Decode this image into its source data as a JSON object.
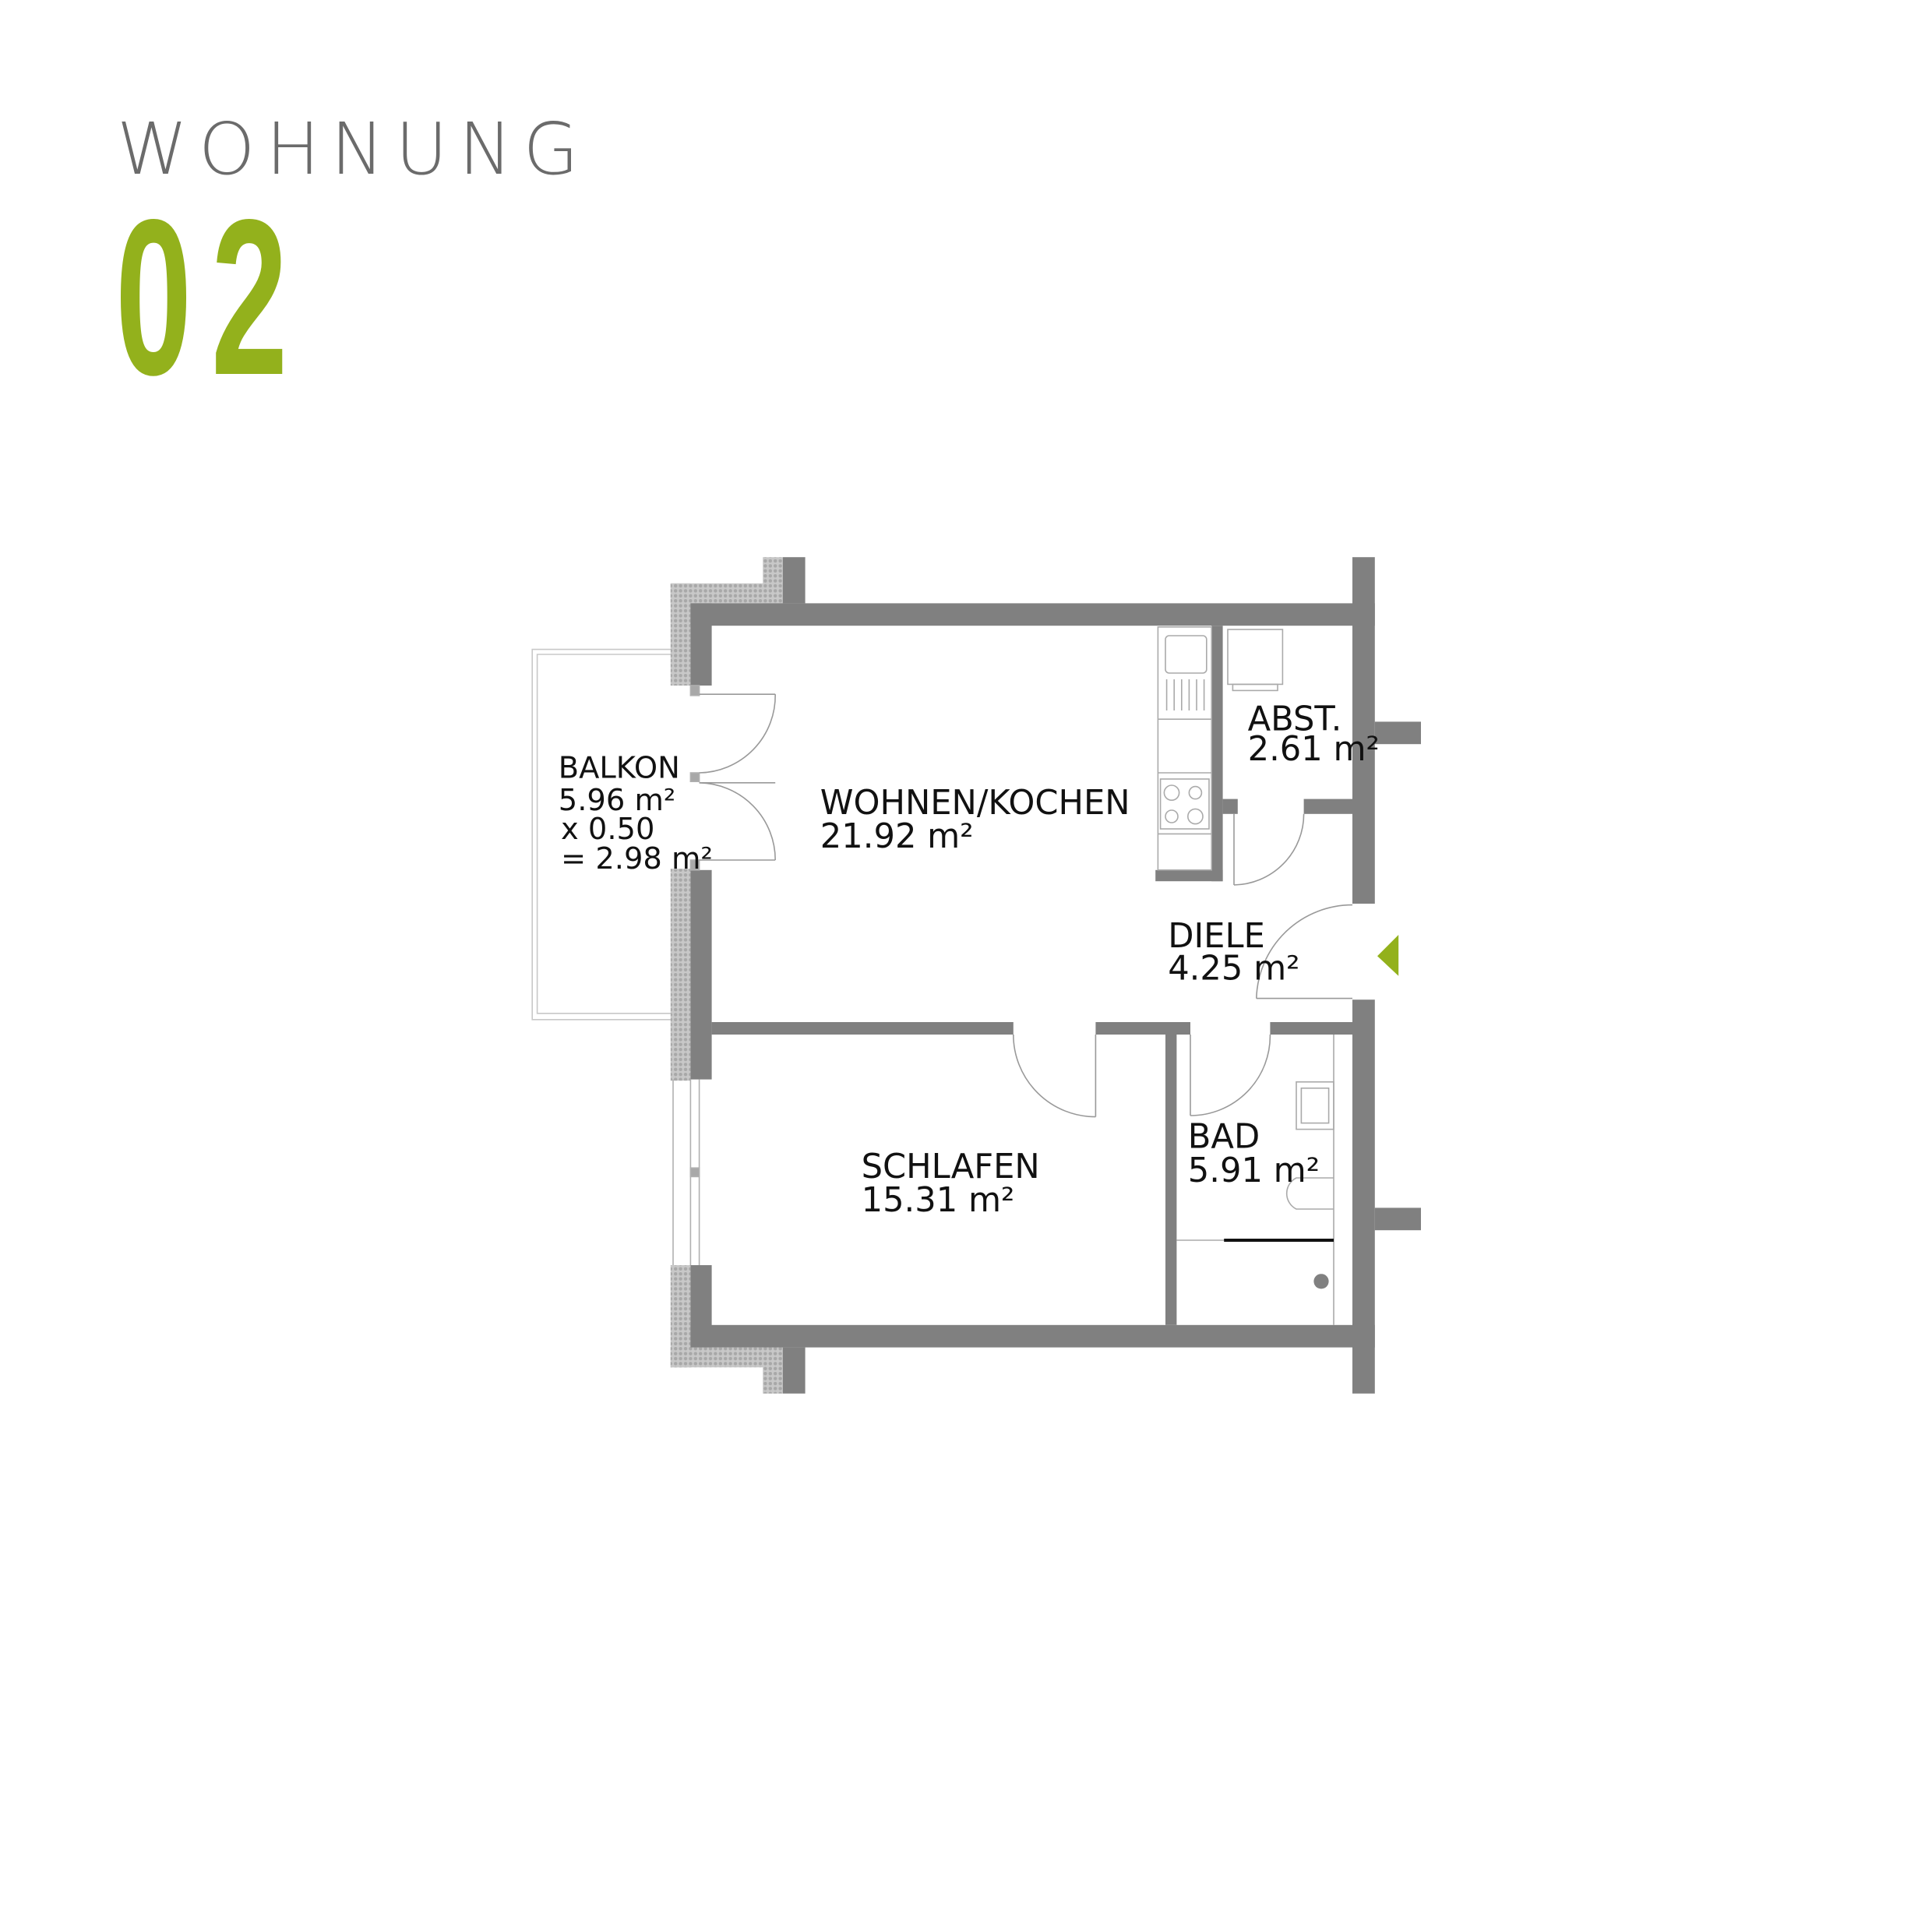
{
  "header": {
    "title": "WOHNUNG",
    "number": "02"
  },
  "colors": {
    "accent": "#93b11c",
    "wall": "#808080",
    "title_text": "#6b6b6b"
  },
  "rooms": [
    {
      "name": "WOHNEN/KOCHEN",
      "area": "21.92 m²"
    },
    {
      "name": "ABST.",
      "area": "2.61 m²"
    },
    {
      "name": "DIELE",
      "area": "4.25 m²"
    },
    {
      "name": "SCHLAFEN",
      "area": "15.31 m²"
    },
    {
      "name": "BAD",
      "area": "5.91 m²"
    }
  ],
  "balcony": {
    "name": "BALKON",
    "area": "5.96 m²",
    "factor": "x  0.50",
    "result": "= 2.98 m²"
  },
  "entrance_marker": "entrance-arrow"
}
